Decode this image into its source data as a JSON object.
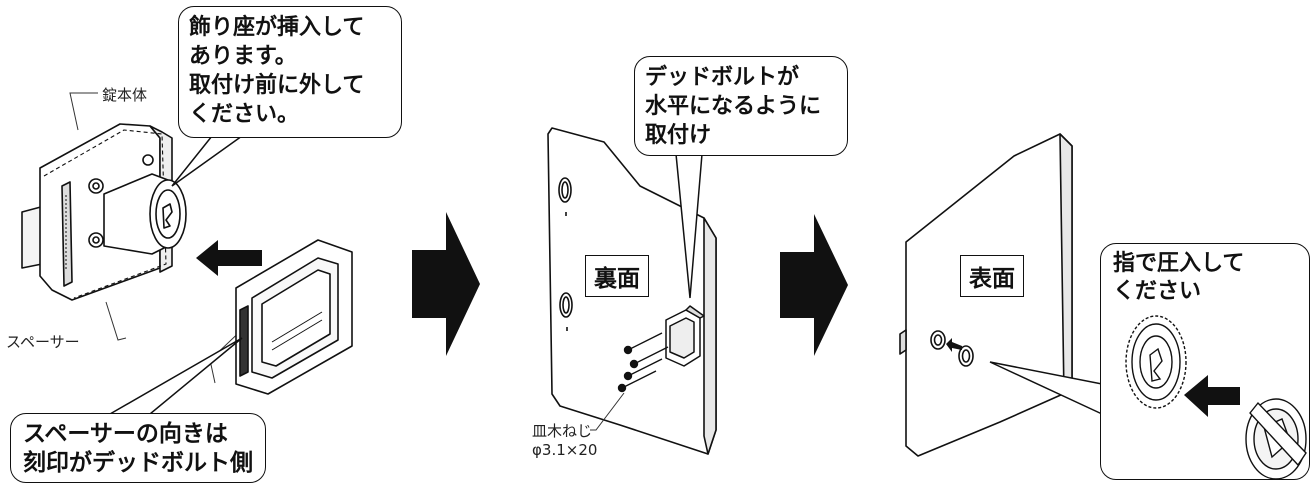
{
  "labels": {
    "lock_body": "錠本体",
    "spacer": "スペーサー",
    "screw_name": "皿木ねじ",
    "screw_size": "φ3.1×20",
    "back_face": "裏面",
    "front_face": "表面"
  },
  "callouts": {
    "decor_insert": [
      "飾り座が挿入して",
      "あります。",
      "取付け前に外して",
      "ください。"
    ],
    "spacer_orientation": [
      "スペーサーの向きは",
      "刻印がデッドボルト側"
    ],
    "deadbolt_level": [
      "デッドボルトが",
      "水平になるように",
      "取付け"
    ],
    "press_in": [
      "指で圧入して",
      "ください"
    ]
  }
}
